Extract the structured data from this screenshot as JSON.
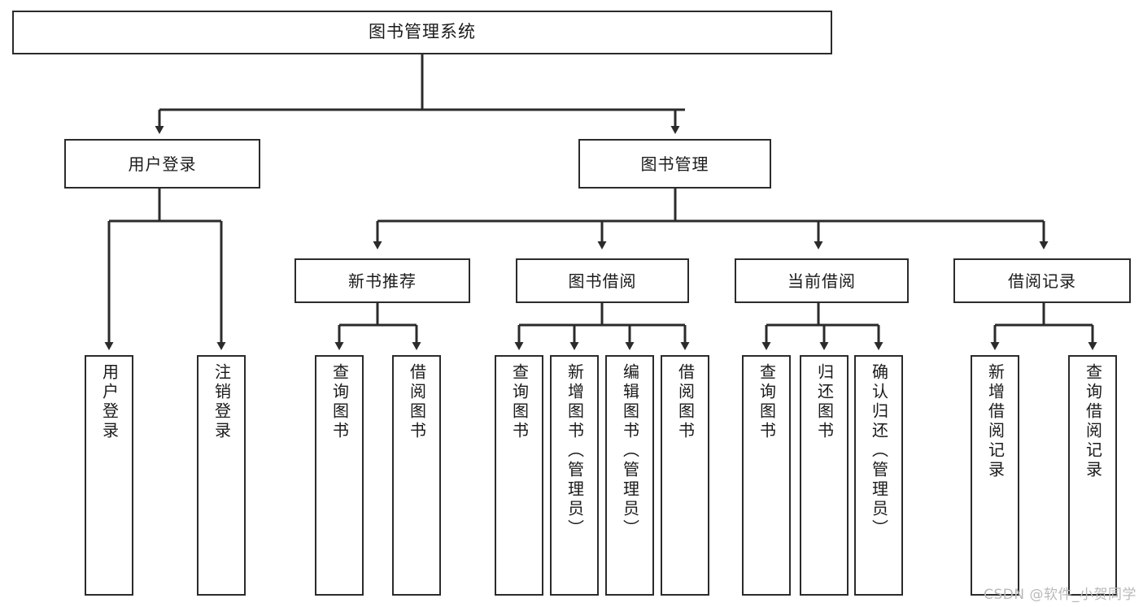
{
  "diagram": {
    "type": "tree-hierarchy",
    "title_node": "图书管理系统",
    "watermark": "CSDN @软件_小贺同学",
    "colors": {
      "background": "#ffffff",
      "stroke": "#2b2b2b",
      "text": "#1a1a1a",
      "watermark": "#b9b9b9"
    },
    "levels": {
      "root": {
        "label": "图书管理系统"
      },
      "level2": [
        {
          "label": "用户登录"
        },
        {
          "label": "图书管理"
        }
      ],
      "level3": [
        {
          "label": "新书推荐"
        },
        {
          "label": "图书借阅"
        },
        {
          "label": "当前借阅"
        },
        {
          "label": "借阅记录"
        }
      ],
      "leaves": {
        "user_login": [
          {
            "label": "用户登录"
          },
          {
            "label": "注销登录"
          }
        ],
        "new_book_recommend": [
          {
            "label": "查询图书"
          },
          {
            "label": "借阅图书"
          }
        ],
        "book_borrow": [
          {
            "label": "查询图书"
          },
          {
            "label": "新增图书（管理员）"
          },
          {
            "label": "编辑图书（管理员）"
          },
          {
            "label": "借阅图书"
          }
        ],
        "current_borrow": [
          {
            "label": "查询图书"
          },
          {
            "label": "归还图书"
          },
          {
            "label": "确认归还（管理员）"
          }
        ],
        "borrow_records": [
          {
            "label": "新增借阅记录"
          },
          {
            "label": "查询借阅记录"
          }
        ]
      }
    }
  }
}
